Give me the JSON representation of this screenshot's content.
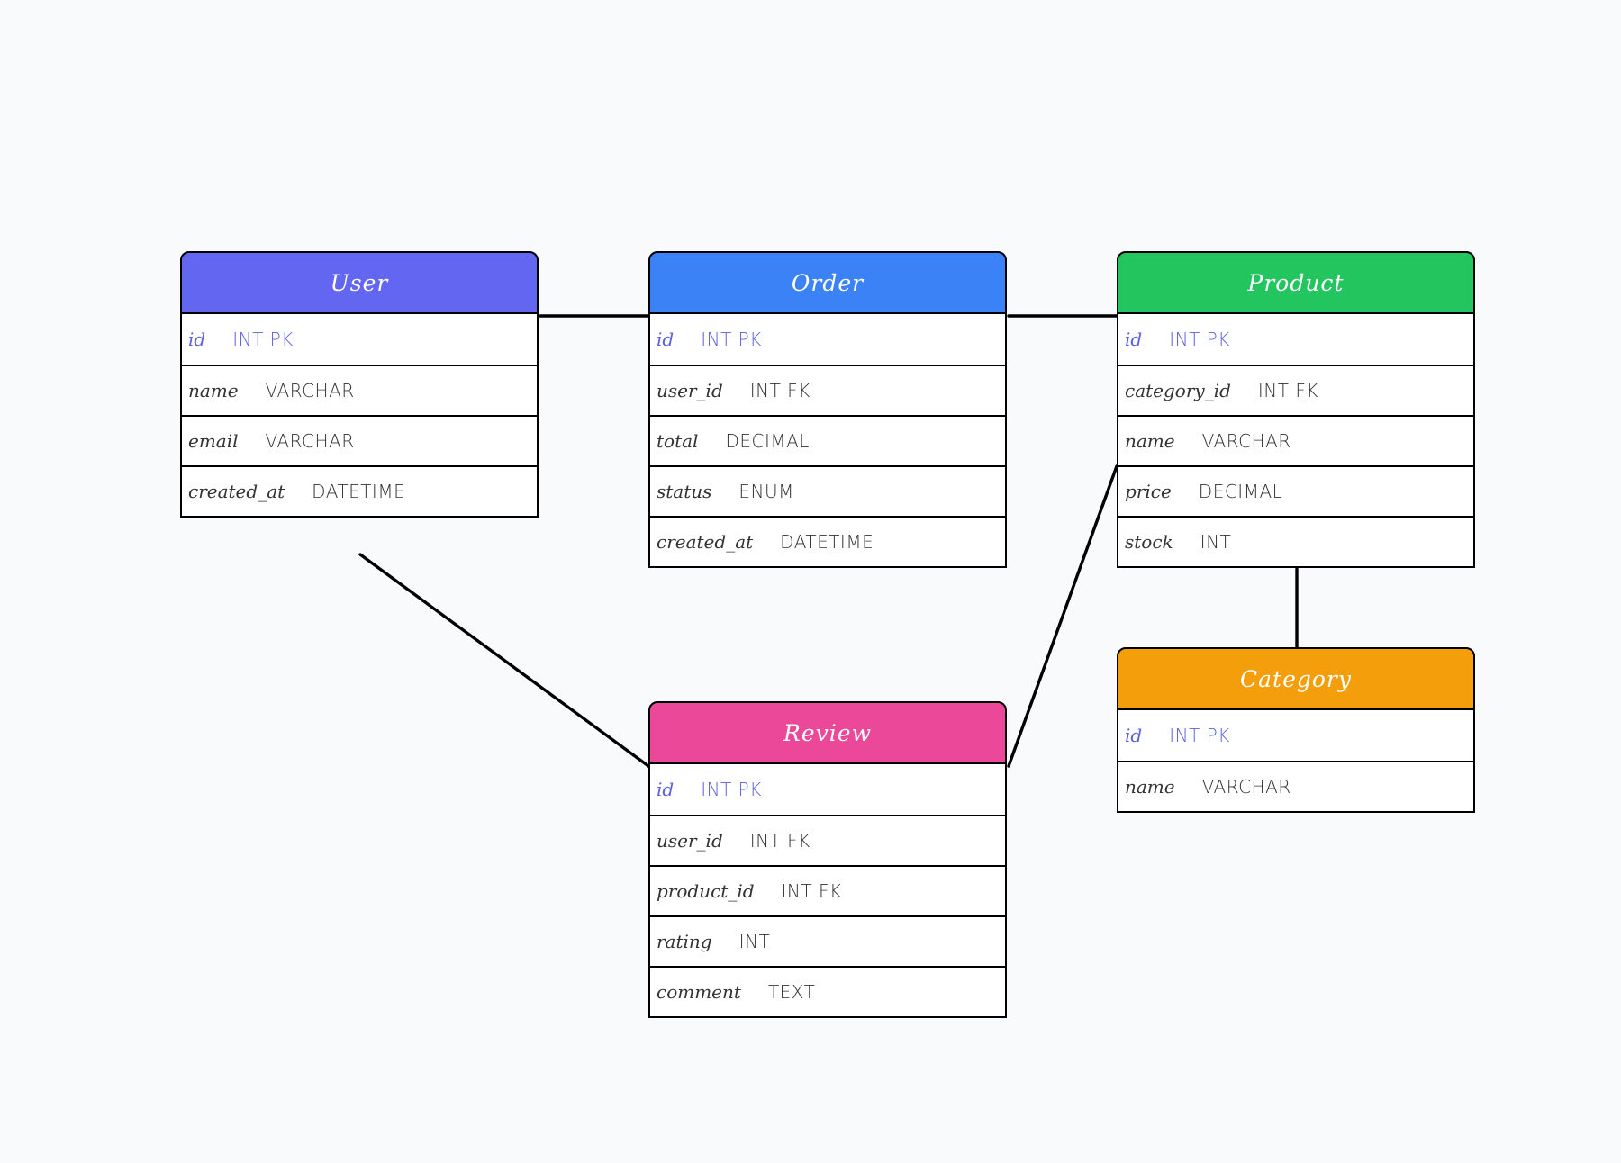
{
  "entities": [
    {
      "id": "user",
      "title": "User",
      "color": "#6366f1",
      "fields": [
        {
          "name": "id",
          "type": "INT PK",
          "pk": true
        },
        {
          "name": "name",
          "type": "VARCHAR",
          "pk": false
        },
        {
          "name": "email",
          "type": "VARCHAR",
          "pk": false
        },
        {
          "name": "created_at",
          "type": "DATETIME",
          "pk": false
        }
      ]
    },
    {
      "id": "order",
      "title": "Order",
      "color": "#3b82f6",
      "fields": [
        {
          "name": "id",
          "type": "INT PK",
          "pk": true
        },
        {
          "name": "user_id",
          "type": "INT FK",
          "pk": false
        },
        {
          "name": "total",
          "type": "DECIMAL",
          "pk": false
        },
        {
          "name": "status",
          "type": "ENUM",
          "pk": false
        },
        {
          "name": "created_at",
          "type": "DATETIME",
          "pk": false
        }
      ]
    },
    {
      "id": "product",
      "title": "Product",
      "color": "#22c55e",
      "fields": [
        {
          "name": "id",
          "type": "INT PK",
          "pk": true
        },
        {
          "name": "category_id",
          "type": "INT FK",
          "pk": false
        },
        {
          "name": "name",
          "type": "VARCHAR",
          "pk": false
        },
        {
          "name": "price",
          "type": "DECIMAL",
          "pk": false
        },
        {
          "name": "stock",
          "type": "INT",
          "pk": false
        }
      ]
    },
    {
      "id": "category",
      "title": "Category",
      "color": "#f59e0b",
      "fields": [
        {
          "name": "id",
          "type": "INT PK",
          "pk": true
        },
        {
          "name": "name",
          "type": "VARCHAR",
          "pk": false
        }
      ]
    },
    {
      "id": "review",
      "title": "Review",
      "color": "#ec4899",
      "fields": [
        {
          "name": "id",
          "type": "INT PK",
          "pk": true
        },
        {
          "name": "user_id",
          "type": "INT FK",
          "pk": false
        },
        {
          "name": "product_id",
          "type": "INT FK",
          "pk": false
        },
        {
          "name": "rating",
          "type": "INT",
          "pk": false
        },
        {
          "name": "comment",
          "type": "TEXT",
          "pk": false
        }
      ]
    }
  ],
  "relationships": [
    {
      "from": "user",
      "to": "order"
    },
    {
      "from": "order",
      "to": "product"
    },
    {
      "from": "product",
      "to": "category"
    },
    {
      "from": "user",
      "to": "review"
    },
    {
      "from": "product",
      "to": "review"
    }
  ],
  "colors": {
    "background": "#f8fafc",
    "primary_key_text": "#5b60e0",
    "field_text": "#333333",
    "line": "#000000"
  }
}
